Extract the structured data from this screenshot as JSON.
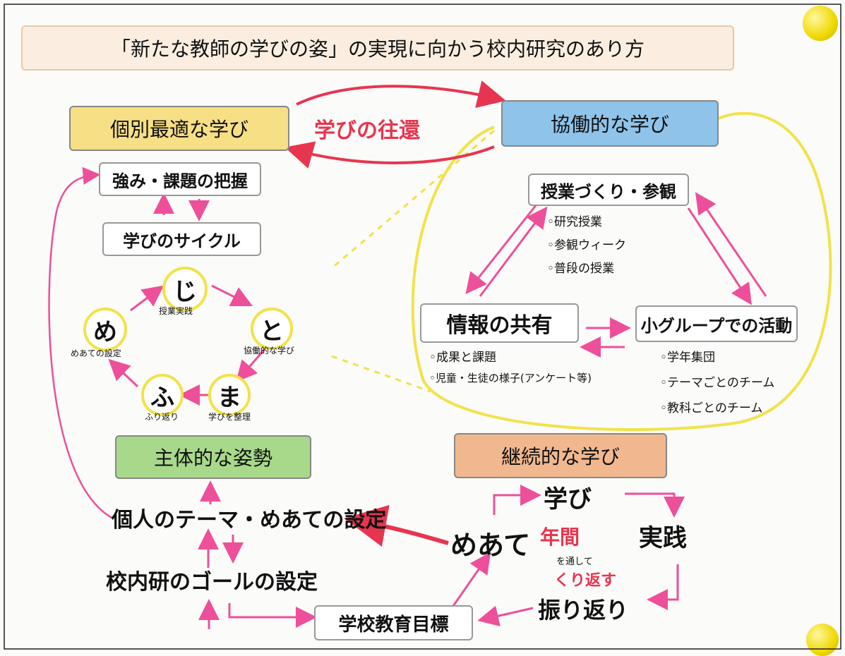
{
  "title": "「新たな教師の学びの姿」の実現に向かう校内研究のあり方",
  "colors": {
    "pink": "#ee4f9a",
    "red": "#e8354f",
    "yellow": "#f2e24a",
    "title_bg": "#fbeee0",
    "individual_bg": "#f7df85",
    "collab_bg": "#8fc3ea",
    "proactive_bg": "#a8d98a",
    "continuous_bg": "#f1b88f"
  },
  "left": {
    "individual": "個別最適な学び",
    "strengths": "強み・課題の把握",
    "cycle": "学びのサイクル",
    "nodes": [
      {
        "char": "じ",
        "label": "授業実践"
      },
      {
        "char": "と",
        "label": "協働的な学び"
      },
      {
        "char": "ま",
        "label": "学びを整理"
      },
      {
        "char": "ふ",
        "label": "ふり返り"
      },
      {
        "char": "め",
        "label": "めあての設定"
      }
    ],
    "proactive": "主体的な姿勢",
    "personal_theme": "個人のテーマ・めあての設定",
    "school_goal": "校内研のゴールの設定",
    "school_objective": "学校教育目標"
  },
  "middle": {
    "exchange": "学びの往還"
  },
  "right": {
    "collab": "協働的な学び",
    "lesson": "授業づくり・参観",
    "lesson_items": [
      "◦研究授業",
      "◦参観ウィーク",
      "◦普段の授業"
    ],
    "info": "情報の共有",
    "info_items": [
      "◦成果と課題",
      "◦児童・生徒の様子(アンケート等)"
    ],
    "group": "小グループでの活動",
    "group_items": [
      "◦学年集団",
      "◦テーマごとのチーム",
      "◦教科ごとのチーム"
    ]
  },
  "continuous": {
    "title": "継続的な学び",
    "meate": "めあて",
    "manabi": "学び",
    "jissen": "実践",
    "furikaeri": "振り返り",
    "year": "年間",
    "through": "を通して",
    "repeat": "くり返す"
  },
  "icons": [
    "magnet-icon"
  ]
}
